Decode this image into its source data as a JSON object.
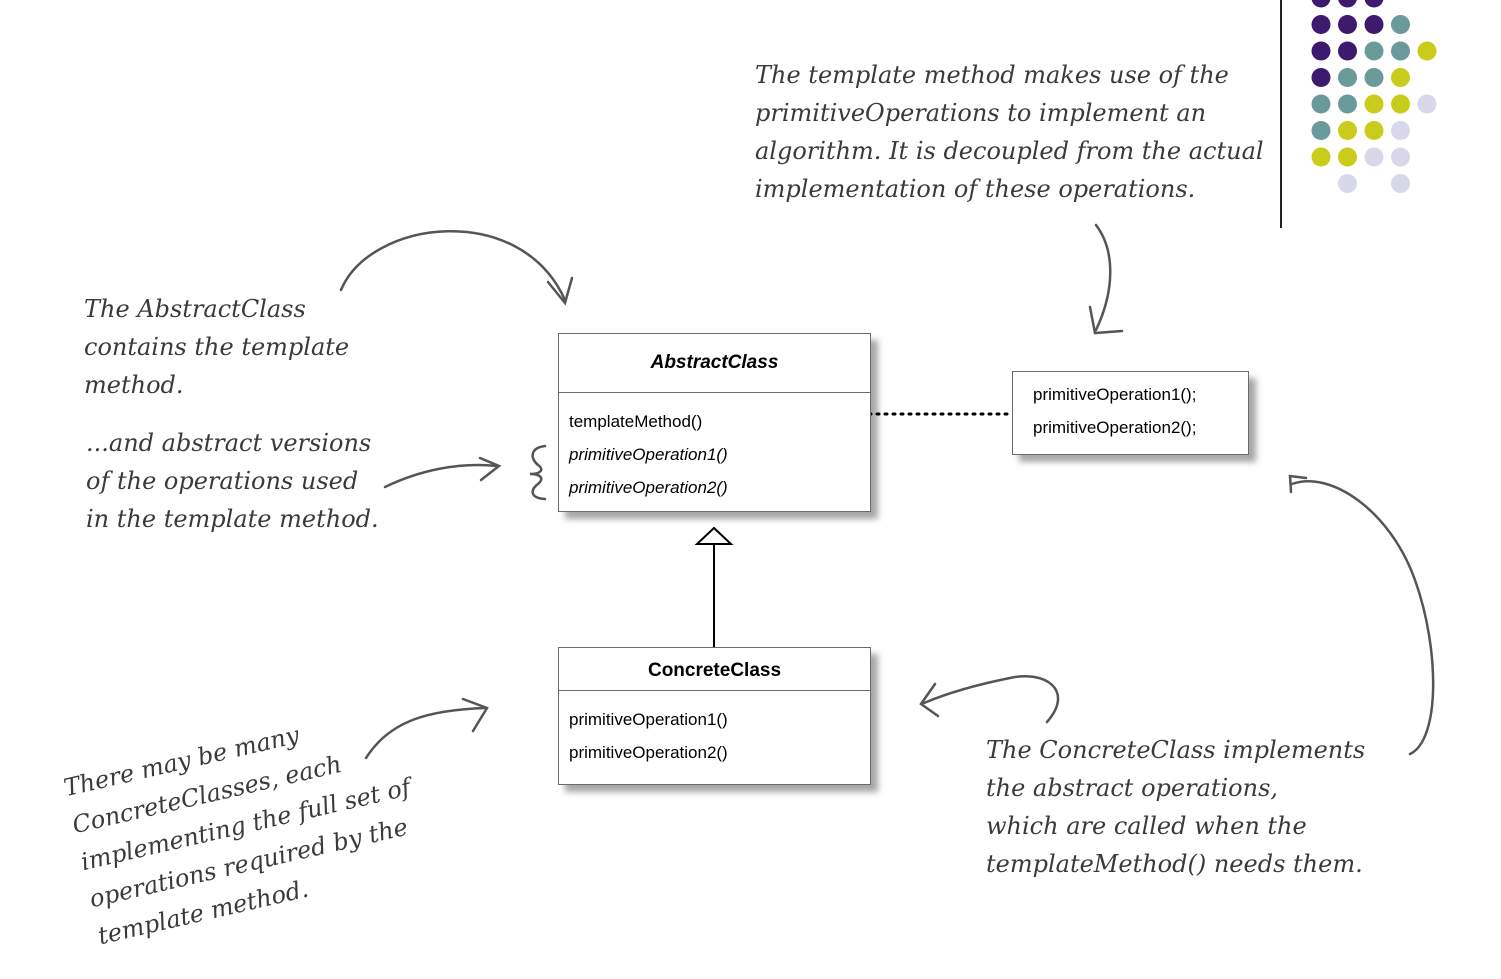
{
  "abstract_class": {
    "title": "AbstractClass",
    "methods": [
      "templateMethod()",
      "primitiveOperation1()",
      "primitiveOperation2()"
    ]
  },
  "concrete_class": {
    "title": "ConcreteClass",
    "methods": [
      "primitiveOperation1()",
      "primitiveOperation2()"
    ]
  },
  "operations_box": {
    "lines": [
      "primitiveOperation1();",
      "primitiveOperation2();"
    ]
  },
  "notes": {
    "template_method": [
      "The template method makes use of the",
      "primitiveOperations to implement an",
      "algorithm.  It is decoupled from the actual",
      "implementation of these operations."
    ],
    "abstract_contains": [
      "The AbstractClass",
      "contains the template",
      "method."
    ],
    "abstract_versions": [
      "...and abstract versions",
      "of the operations used",
      "in the template method."
    ],
    "concrete_implements": [
      "The ConcreteClass implements",
      "the abstract operations,",
      "which are called when the",
      "templateMethod() needs them."
    ],
    "many_concrete": [
      "There may be many",
      "ConcreteClasses, each",
      "implementing the full set of",
      "operations required by the",
      "template method."
    ]
  },
  "colors": {
    "purple": "#3d1a6e",
    "teal": "#6a9a9a",
    "yellow_green": "#c9cc1a",
    "lavender": "#d9d8ea",
    "annotation_ink": "#3a3a3a"
  }
}
